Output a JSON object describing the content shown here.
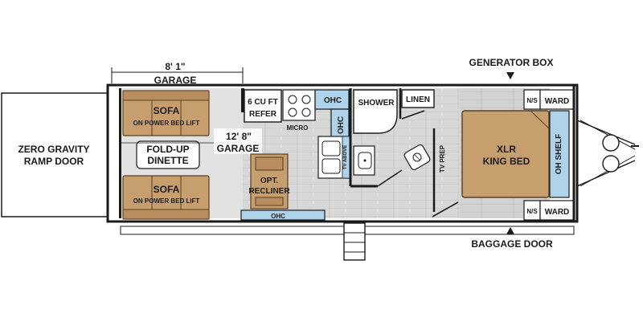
{
  "dimensions": {
    "garage_width": "8' 1\"",
    "garage_width_label": "GARAGE",
    "garage_length": "12' 8\"",
    "garage_length_label": "GARAGE"
  },
  "exterior": {
    "ramp_door": [
      "ZERO GRAVITY",
      "RAMP DOOR"
    ],
    "generator_box": "GENERATOR BOX",
    "baggage_door": "BAGGAGE DOOR"
  },
  "garage": {
    "sofa_top": {
      "title": "SOFA",
      "subtitle": "ON POWER BED LIFT"
    },
    "dinette": [
      "FOLD-UP",
      "DINETTE"
    ],
    "sofa_bottom": {
      "title": "SOFA",
      "subtitle": "ON POWER BED LIFT"
    }
  },
  "living": {
    "refer": [
      "6 CU FT",
      "REFER"
    ],
    "micro": "MICRO",
    "ohc_top": "OHC",
    "ohc_side": "OHC",
    "tv_above": "TV ABOVE",
    "recliner": [
      "OPT.",
      "RECLINER"
    ],
    "ohc_bottom": "OHC"
  },
  "bath": {
    "shower": "SHOWER",
    "linen": "LINEN",
    "tv_prep": "TV PREP"
  },
  "bedroom": {
    "bed": [
      "XLR",
      "KING BED"
    ],
    "oh_shelf": "OH SHELF",
    "ns_top": "N/S",
    "ward_top": "WARD",
    "ns_bottom": "N/S",
    "ward_bottom": "WARD"
  },
  "colors": {
    "outline": "#1a1a1a",
    "garage_floor": "#e3e3e3",
    "plank_floor": "#d6d6d6",
    "furniture": "#c79e6e",
    "cabinet_blue": "#aed3ea",
    "window_blue": "#8fc3e3"
  }
}
